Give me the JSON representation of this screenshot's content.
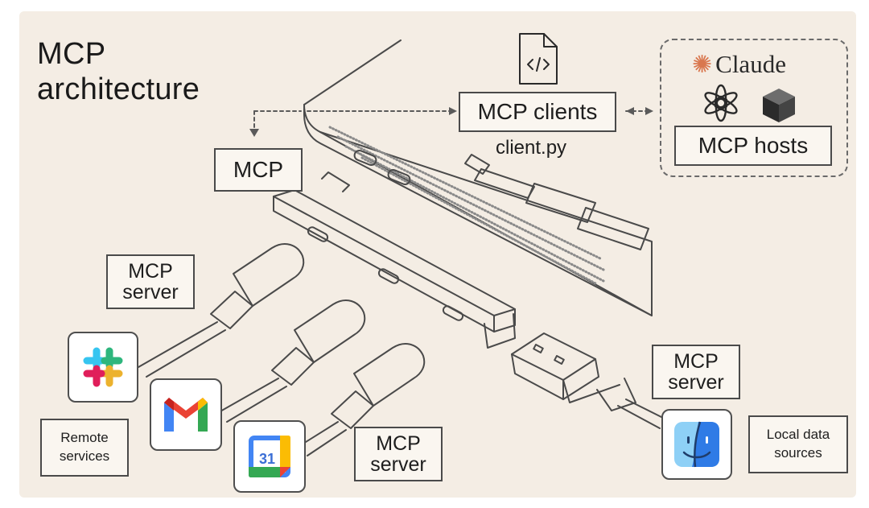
{
  "title": {
    "line1": "MCP",
    "line2": "architecture"
  },
  "labels": {
    "mcp_clients": "MCP clients",
    "client_file": "client.py",
    "mcp_hub": "MCP",
    "mcp_hosts": "MCP hosts",
    "claude": "Claude",
    "server_top_line1": "MCP",
    "server_top_line2": "server",
    "server_bottom_line1": "MCP",
    "server_bottom_line2": "server",
    "server_right_line1": "MCP",
    "server_right_line2": "server",
    "remote_line1": "Remote",
    "remote_line2": "services",
    "local_line1": "Local data",
    "local_line2": "sources",
    "calendar_day": "31"
  },
  "icons": [
    "code-file-icon",
    "claude-icon",
    "openai-icon",
    "cube-icon",
    "slack-icon",
    "gmail-icon",
    "calendar-icon",
    "finder-icon"
  ],
  "colors": {
    "background": "#f4ede4",
    "claude_accent": "#d9774e",
    "slack": [
      "#36c5f0",
      "#2eb67d",
      "#ecb22e",
      "#e01e5a"
    ],
    "gmail": [
      "#ea4335",
      "#4285f4",
      "#34a853",
      "#fbbc04"
    ],
    "calendar": [
      "#4285f4",
      "#34a853",
      "#fbbc04",
      "#ea4335"
    ],
    "finder": [
      "#8ed0f6",
      "#2f7be6"
    ]
  }
}
